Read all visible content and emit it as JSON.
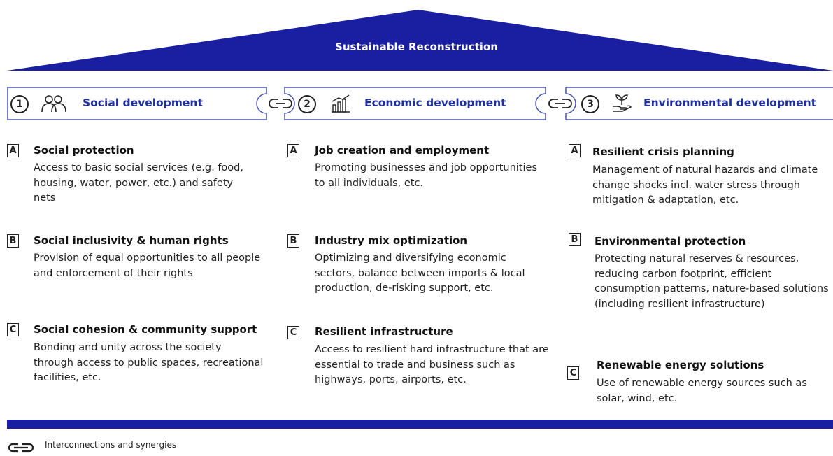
{
  "roof": {
    "title": "Sustainable Reconstruction"
  },
  "colors": {
    "primary": "#1a1ea0",
    "accent": "#1e2f9e",
    "border": "#4a55b0"
  },
  "pillars": [
    {
      "number": "1",
      "icon": "people-icon",
      "title": "Social development",
      "items": [
        {
          "letter": "A",
          "title": "Social protection",
          "desc": "Access to basic social services (e.g. food, housing, water, power, etc.) and safety nets"
        },
        {
          "letter": "B",
          "title": "Social inclusivity & human rights",
          "desc": "Provision of equal opportunities to all people and enforcement of their rights"
        },
        {
          "letter": "C",
          "title": "Social cohesion & community support",
          "desc": "Bonding and unity across the society through access to public spaces, recreational facilities, etc."
        }
      ]
    },
    {
      "number": "2",
      "icon": "bar-chart-icon",
      "title": "Economic development",
      "items": [
        {
          "letter": "A",
          "title": "Job creation and employment",
          "desc": "Promoting businesses and job opportunities to all individuals, etc."
        },
        {
          "letter": "B",
          "title": "Industry mix optimization",
          "desc": "Optimizing and diversifying economic sectors, balance between imports & local production, de-risking support, etc."
        },
        {
          "letter": "C",
          "title": "Resilient infrastructure",
          "desc": "Access to resilient hard infrastructure that are essential to trade and business such as highways, ports, airports, etc."
        }
      ]
    },
    {
      "number": "3",
      "icon": "plant-hand-icon",
      "title": "Environmental development",
      "items": [
        {
          "letter": "A",
          "title": "Resilient crisis planning",
          "desc": "Management of natural hazards and climate change shocks incl. water stress through mitigation & adaptation, etc."
        },
        {
          "letter": "B",
          "title": "Environmental protection",
          "desc": "Protecting natural reserves & resources, reducing carbon footprint, efficient consumption patterns, nature-based solutions (including resilient infrastructure)"
        },
        {
          "letter": "C",
          "title": "Renewable energy solutions",
          "desc": "Use of renewable energy sources such as solar, wind, etc."
        }
      ]
    }
  ],
  "legend": {
    "icon": "chain-link-icon",
    "text": "Interconnections and synergies"
  }
}
